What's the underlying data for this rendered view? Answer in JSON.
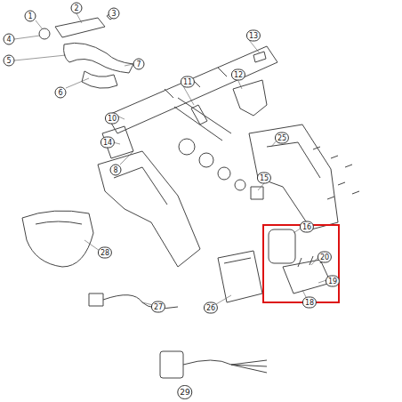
{
  "diagram": {
    "labels": [
      "1",
      "2",
      "3",
      "4",
      "5",
      "6",
      "7",
      "11",
      "10",
      "14",
      "8",
      "13",
      "12",
      "25",
      "15",
      "16",
      "20",
      "19",
      "18",
      "26",
      "27",
      "28",
      "29"
    ]
  }
}
